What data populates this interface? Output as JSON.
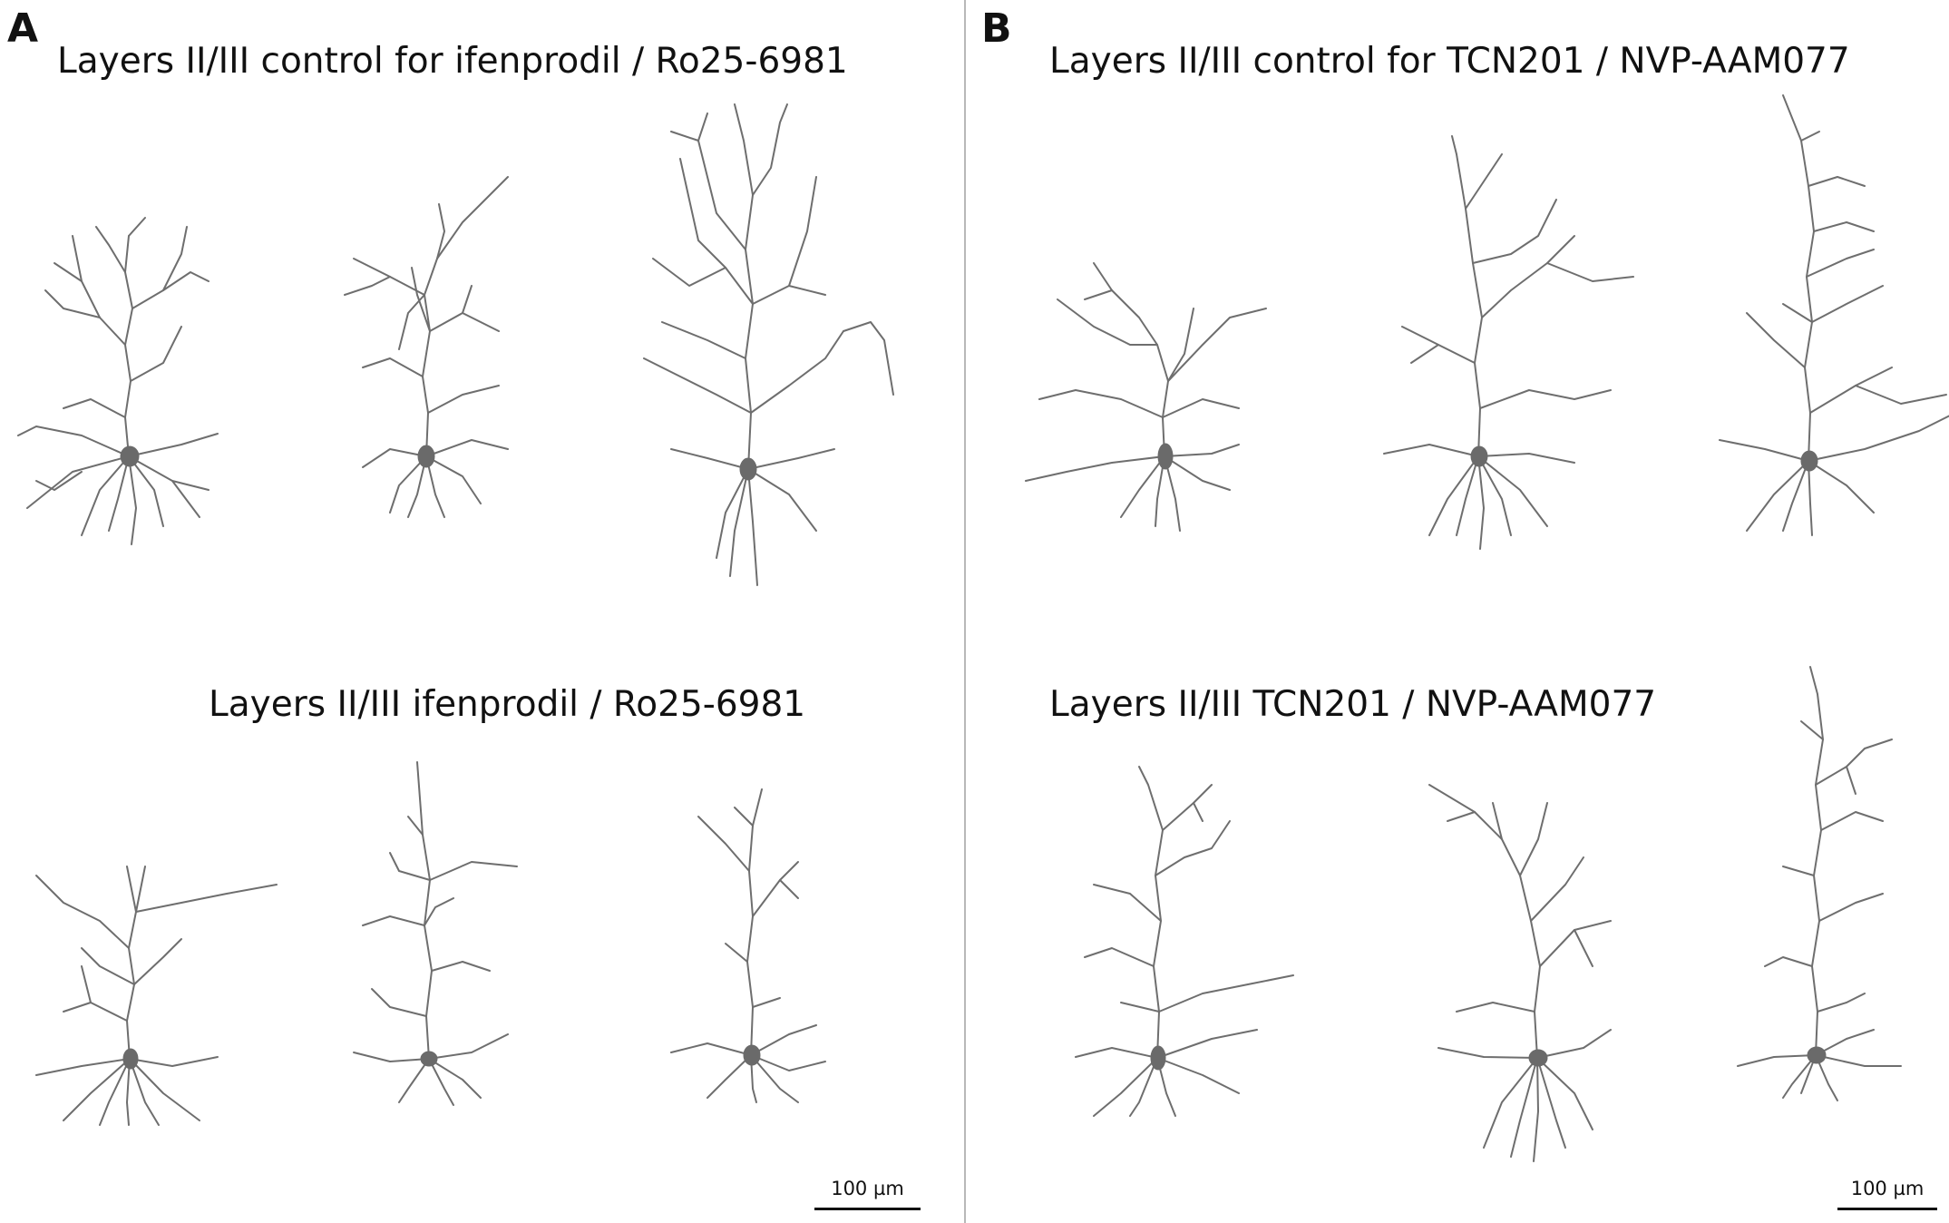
{
  "panels": {
    "a": {
      "letter": "A",
      "top_title": "Layers II/III control for ifenprodil / Ro25-6981",
      "bottom_title": "Layers II/III ifenprodil / Ro25-6981",
      "scale_label": "100 µm"
    },
    "b": {
      "letter": "B",
      "top_title": "Layers II/III control for TCN201 / NVP-AAM077",
      "bottom_title": "Layers II/III TCN201 / NVP-AAM077",
      "scale_label": "100 µm"
    }
  },
  "colors": {
    "dendrite": "#6e6e6e",
    "soma": "#6a6a6a",
    "divider": "#b8b8b8",
    "text": "#111111"
  }
}
